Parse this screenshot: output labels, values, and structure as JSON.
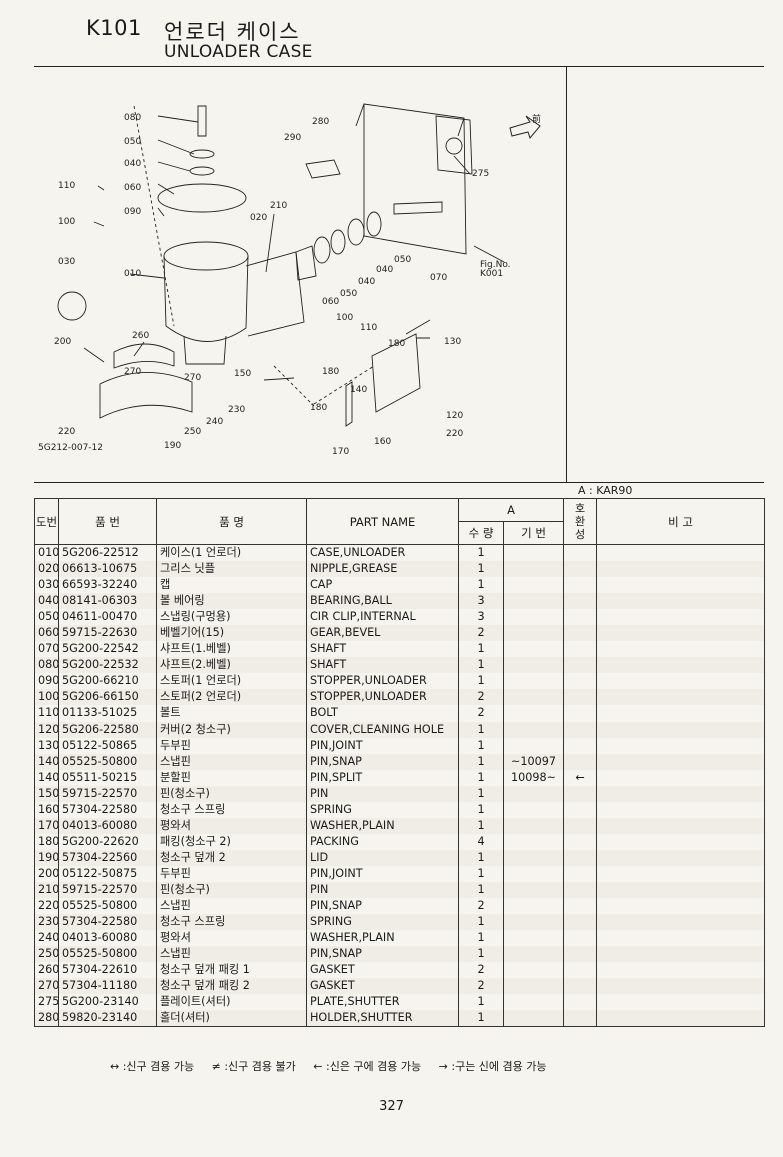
{
  "header": {
    "code": "K101",
    "title_ko": "언로더 케이스",
    "title_en": "UNLOADER CASE"
  },
  "figure": {
    "front_label": "前",
    "fig_no": "Fig.No.",
    "fig_code": "K001",
    "drawing_code": "5G212-007-12",
    "labels": [
      "080",
      "050",
      "040",
      "060",
      "090",
      "110",
      "100",
      "030",
      "010",
      "020",
      "210",
      "280",
      "290",
      "275",
      "050",
      "040",
      "050",
      "040",
      "070",
      "060",
      "100",
      "110",
      "180",
      "130",
      "200",
      "260",
      "270",
      "270",
      "150",
      "230",
      "240",
      "250",
      "220",
      "190",
      "180",
      "180",
      "140",
      "120",
      "220",
      "160",
      "170"
    ]
  },
  "legend": {
    "variant": "A : KAR90"
  },
  "table": {
    "headers": {
      "ref": "도번",
      "part_no": "품 번",
      "name_ko": "품 명",
      "name_en": "PART NAME",
      "group_a": "A",
      "qty": "수 량",
      "serial": "기 번",
      "interchange": "호환성",
      "remarks": "비 고"
    },
    "rows": [
      {
        "ref": "010",
        "part": "5G206-22512",
        "ko": "케이스(1 언로더)",
        "en": "CASE,UNLOADER",
        "qty": "1",
        "serial": "",
        "hw": ""
      },
      {
        "ref": "020",
        "part": "06613-10675",
        "ko": "그리스 닛플",
        "en": "NIPPLE,GREASE",
        "qty": "1",
        "serial": "",
        "hw": ""
      },
      {
        "ref": "030",
        "part": "66593-32240",
        "ko": "캡",
        "en": "CAP",
        "qty": "1",
        "serial": "",
        "hw": ""
      },
      {
        "ref": "040",
        "part": "08141-06303",
        "ko": "볼 베어링",
        "en": "BEARING,BALL",
        "qty": "3",
        "serial": "",
        "hw": ""
      },
      {
        "ref": "050",
        "part": "04611-00470",
        "ko": "스냅링(구멍용)",
        "en": "CIR CLIP,INTERNAL",
        "qty": "3",
        "serial": "",
        "hw": ""
      },
      {
        "ref": "060",
        "part": "59715-22630",
        "ko": "베벨기어(15)",
        "en": "GEAR,BEVEL",
        "qty": "2",
        "serial": "",
        "hw": ""
      },
      {
        "ref": "070",
        "part": "5G200-22542",
        "ko": "샤프트(1.베벨)",
        "en": "SHAFT",
        "qty": "1",
        "serial": "",
        "hw": ""
      },
      {
        "ref": "080",
        "part": "5G200-22532",
        "ko": "샤프트(2.베벨)",
        "en": "SHAFT",
        "qty": "1",
        "serial": "",
        "hw": ""
      },
      {
        "ref": "090",
        "part": "5G200-66210",
        "ko": "스토퍼(1 언로더)",
        "en": "STOPPER,UNLOADER",
        "qty": "1",
        "serial": "",
        "hw": ""
      },
      {
        "ref": "100",
        "part": "5G206-66150",
        "ko": "스토퍼(2 언로더)",
        "en": "STOPPER,UNLOADER",
        "qty": "2",
        "serial": "",
        "hw": ""
      },
      {
        "ref": "110",
        "part": "01133-51025",
        "ko": "볼트",
        "en": "BOLT",
        "qty": "2",
        "serial": "",
        "hw": ""
      },
      {
        "ref": "120",
        "part": "5G206-22580",
        "ko": "커버(2 청소구)",
        "en": "COVER,CLEANING HOLE",
        "qty": "1",
        "serial": "",
        "hw": ""
      },
      {
        "ref": "130",
        "part": "05122-50865",
        "ko": "두부핀",
        "en": "PIN,JOINT",
        "qty": "1",
        "serial": "",
        "hw": ""
      },
      {
        "ref": "140",
        "part": "05525-50800",
        "ko": "스냅핀",
        "en": "PIN,SNAP",
        "qty": "1",
        "serial": "~10097",
        "hw": ""
      },
      {
        "ref": "140",
        "part": "05511-50215",
        "ko": "분할핀",
        "en": "PIN,SPLIT",
        "qty": "1",
        "serial": "10098~",
        "hw": "←"
      },
      {
        "ref": "150",
        "part": "59715-22570",
        "ko": "핀(청소구)",
        "en": "PIN",
        "qty": "1",
        "serial": "",
        "hw": ""
      },
      {
        "ref": "160",
        "part": "57304-22580",
        "ko": "청소구 스프링",
        "en": "SPRING",
        "qty": "1",
        "serial": "",
        "hw": ""
      },
      {
        "ref": "170",
        "part": "04013-60080",
        "ko": "평와셔",
        "en": "WASHER,PLAIN",
        "qty": "1",
        "serial": "",
        "hw": ""
      },
      {
        "ref": "180",
        "part": "5G200-22620",
        "ko": "패킹(청소구 2)",
        "en": "PACKING",
        "qty": "4",
        "serial": "",
        "hw": ""
      },
      {
        "ref": "190",
        "part": "57304-22560",
        "ko": "청소구 덮개 2",
        "en": "LID",
        "qty": "1",
        "serial": "",
        "hw": ""
      },
      {
        "ref": "200",
        "part": "05122-50875",
        "ko": "두부핀",
        "en": "PIN,JOINT",
        "qty": "1",
        "serial": "",
        "hw": ""
      },
      {
        "ref": "210",
        "part": "59715-22570",
        "ko": "핀(청소구)",
        "en": "PIN",
        "qty": "1",
        "serial": "",
        "hw": ""
      },
      {
        "ref": "220",
        "part": "05525-50800",
        "ko": "스냅핀",
        "en": "PIN,SNAP",
        "qty": "2",
        "serial": "",
        "hw": ""
      },
      {
        "ref": "230",
        "part": "57304-22580",
        "ko": "청소구 스프링",
        "en": "SPRING",
        "qty": "1",
        "serial": "",
        "hw": ""
      },
      {
        "ref": "240",
        "part": "04013-60080",
        "ko": "평와셔",
        "en": "WASHER,PLAIN",
        "qty": "1",
        "serial": "",
        "hw": ""
      },
      {
        "ref": "250",
        "part": "05525-50800",
        "ko": "스냅핀",
        "en": "PIN,SNAP",
        "qty": "1",
        "serial": "",
        "hw": ""
      },
      {
        "ref": "260",
        "part": "57304-22610",
        "ko": "청소구 덮개 패킹 1",
        "en": "GASKET",
        "qty": "2",
        "serial": "",
        "hw": ""
      },
      {
        "ref": "270",
        "part": "57304-11180",
        "ko": "청소구 덮개 패킹 2",
        "en": "GASKET",
        "qty": "2",
        "serial": "",
        "hw": ""
      },
      {
        "ref": "275",
        "part": "5G200-23140",
        "ko": "플레이트(셔터)",
        "en": "PLATE,SHUTTER",
        "qty": "1",
        "serial": "",
        "hw": ""
      },
      {
        "ref": "280",
        "part": "59820-23140",
        "ko": "홀더(셔터)",
        "en": "HOLDER,SHUTTER",
        "qty": "1",
        "serial": "",
        "hw": ""
      }
    ]
  },
  "notes": [
    "↔ :신구 겸용 가능",
    "≠ :신구 겸용 불가",
    "← :신은 구에 겸용 가능",
    "→ :구는 신에 겸용 가능"
  ],
  "page_number": "327"
}
